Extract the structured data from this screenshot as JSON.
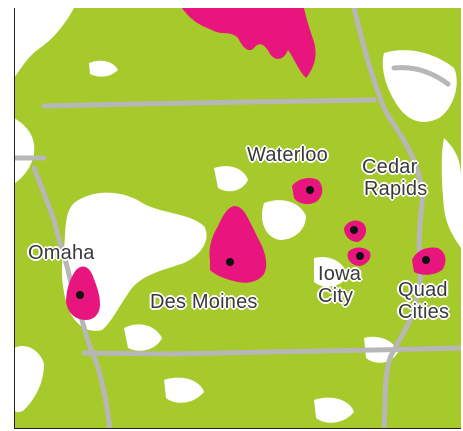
{
  "map": {
    "colors": {
      "land": "#a6c92b",
      "gaps": "#ffffff",
      "borders": "#b7b7b7",
      "coverage": "#e8157f",
      "dot": "#111111",
      "label_text": "#3a3a3a",
      "frame": "#222222"
    },
    "cities": [
      {
        "id": "waterloo",
        "lines": [
          "Waterloo"
        ]
      },
      {
        "id": "cedar-rapids",
        "lines": [
          "Cedar",
          "Rapids"
        ]
      },
      {
        "id": "omaha",
        "lines": [
          "Omaha"
        ]
      },
      {
        "id": "des-moines",
        "lines": [
          "Des Moines"
        ]
      },
      {
        "id": "iowa-city",
        "lines": [
          "Iowa",
          "City"
        ]
      },
      {
        "id": "quad-cities",
        "lines": [
          "Quad",
          "Cities"
        ]
      }
    ]
  }
}
